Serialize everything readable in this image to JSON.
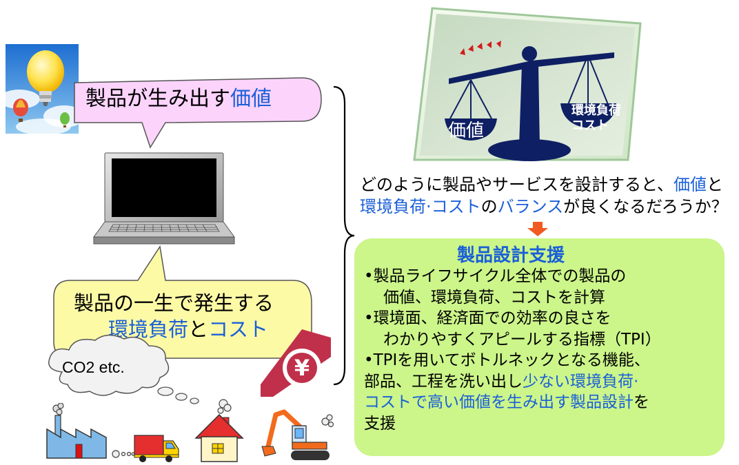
{
  "value_bubble": {
    "part1": "製品が生み出す",
    "part2": "価値"
  },
  "impact_bubble": {
    "line1": "製品の一生で発生する",
    "line2_part1": "環境負荷",
    "line2_part2": "と",
    "line2_part3": "コスト"
  },
  "cloud_label": "CO2 etc.",
  "yen_symbol": "¥",
  "scale": {
    "left_pan_label": "価値",
    "right_pan_line1": "環境負荷",
    "right_pan_line2": "コスト"
  },
  "question": {
    "line1_part1": "どのように製品やサービスを設計すると、",
    "line1_part2": "価値",
    "line1_part3": "と",
    "line2_part1": "環境負荷·コスト",
    "line2_part2": "の",
    "line2_part3": "バランス",
    "line2_part4": "が良くなるだろうか？"
  },
  "support_panel": {
    "title": "製品設計支援",
    "line1": "•製品ライフサイクル全体での製品の",
    "line2": "価値、環境負荷、コストを計算",
    "line3": "•環境面、経済面での効率の良さを",
    "line4": "わかりやすくアピールする指標（TPI）",
    "line5": "•TPIを用いてボトルネックとなる機能、",
    "line6": "部品、工程を洗い出し",
    "line6_blue": "少ない環境負荷·",
    "line7_blue": "コストで高い価値を生み出す製品設計",
    "line7_tail": "を",
    "line8": "支援"
  },
  "colors": {
    "pink_bubble": "#fbd3fb",
    "yellow_bubble": "#fdfaa6",
    "green_panel": "#ccf58a",
    "accent_blue": "#1a5fd8",
    "scale_navy": "#0e1f63",
    "arrow_orange": "#f15a22"
  }
}
